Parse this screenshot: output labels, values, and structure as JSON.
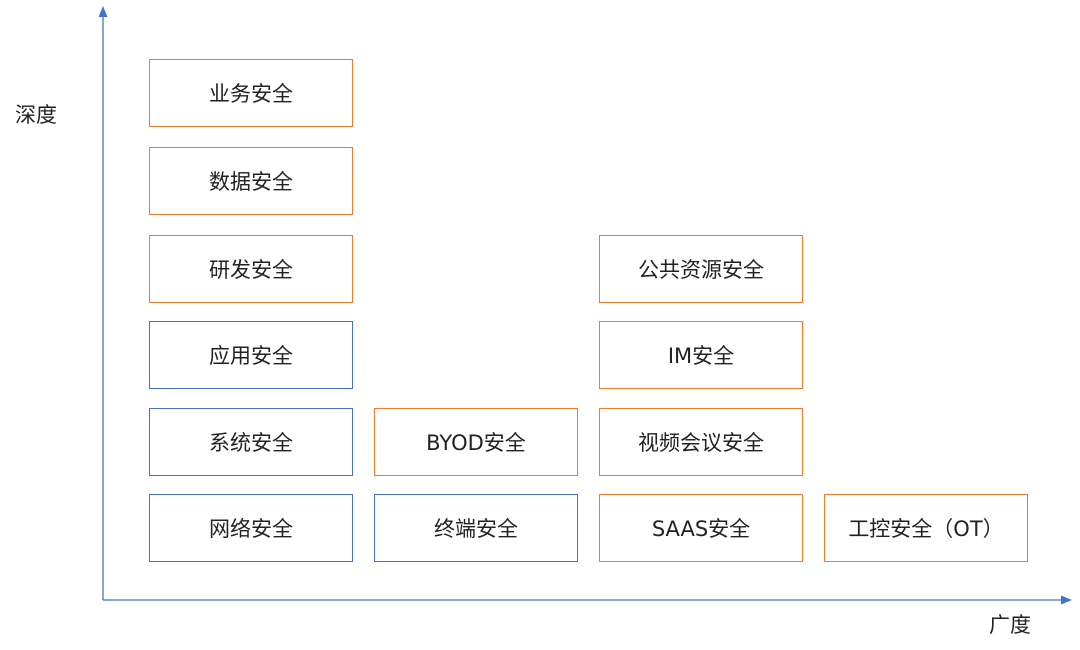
{
  "axes": {
    "y_label": "深度",
    "x_label": "广度",
    "axis_color": "#4472C4"
  },
  "colors": {
    "orange": "#ED7D31",
    "blue": "#4472C4"
  },
  "columns": [
    {
      "items": [
        {
          "label": "业务安全",
          "border": "orange"
        },
        {
          "label": "数据安全",
          "border": "orange"
        },
        {
          "label": "研发安全",
          "border": "orange"
        },
        {
          "label": "应用安全",
          "border": "blue"
        },
        {
          "label": "系统安全",
          "border": "blue"
        },
        {
          "label": "网络安全",
          "border": "blue"
        }
      ]
    },
    {
      "items": [
        {
          "label": "BYOD安全",
          "border": "orange"
        },
        {
          "label": "终端安全",
          "border": "blue"
        }
      ]
    },
    {
      "items": [
        {
          "label": "公共资源安全",
          "border": "orange"
        },
        {
          "label": "IM安全",
          "border": "orange"
        },
        {
          "label": "视频会议安全",
          "border": "orange"
        },
        {
          "label": "SAAS安全",
          "border": "orange"
        }
      ]
    },
    {
      "items": [
        {
          "label": "工控安全（OT）",
          "border": "orange"
        }
      ]
    }
  ]
}
